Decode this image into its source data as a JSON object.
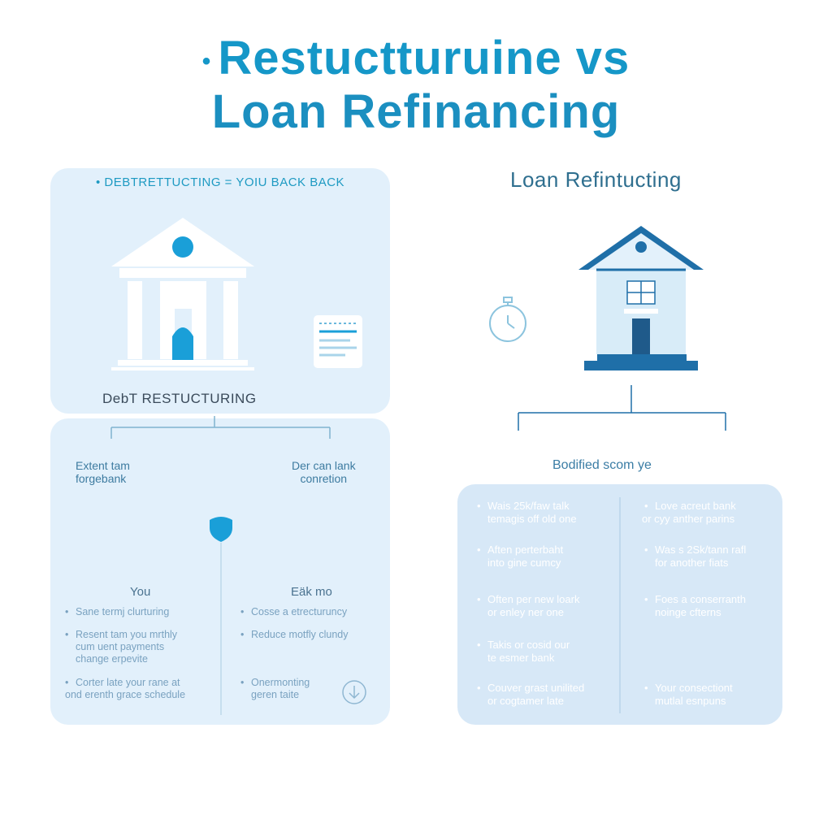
{
  "header": {
    "title_line1": "Restuctturuine vs",
    "title_line2": "Loan Refinancing",
    "title_dot": "•"
  },
  "left": {
    "header": "• DEBTRETTUCTING = YOIU BACK BACK",
    "subtitle": "DebT RESTUCTURING",
    "branch_left": [
      "Extent tam",
      "forgebank"
    ],
    "branch_right": [
      "Der can lank",
      "conretion"
    ],
    "col1_heading": "You",
    "col2_heading": "Eäk mo",
    "col1_items": [
      [
        "Sane termj clurturing"
      ],
      [
        "Resent tam you mrthly",
        "cum uent payments",
        "change erpevite"
      ],
      [
        "Corter late your rane at",
        "ond erenth grace schedule"
      ]
    ],
    "col2_items": [
      [
        "Cosse a etrecturuncy"
      ],
      [
        "Reduce motfly clundy"
      ],
      [
        "Onermonting",
        "geren taite"
      ]
    ]
  },
  "right": {
    "title": "Loan Refintucting",
    "subtitle": "Bodified scom ye",
    "col1_items": [
      [
        "Wais 25k/faw talk",
        "temagis off old one"
      ],
      [
        "Aften perterbaht",
        "into gine cumcy"
      ],
      [
        "Often per new loark",
        "or enley ner one"
      ],
      [
        "Takis or cosid our",
        "te esmer bank"
      ],
      [
        "Couver grast unilited",
        "or cogtamer late"
      ]
    ],
    "col2_items": [
      [
        "Love acreut bank",
        "or cyy anther parins"
      ],
      [
        "Was s 2Sk/tann rafl",
        "for another fiats"
      ],
      [
        "Foes a conserranth",
        "noinge cfterns"
      ],
      [
        "Your consectiont",
        "mutlal esnpuns"
      ]
    ]
  },
  "colors": {
    "title": "#1597c8",
    "panel": "#e2f0fb",
    "panel_right": "#d7e8f7",
    "accent": "#1a9fd8",
    "dark_blue": "#1f6fa8"
  },
  "icons": [
    "bank-building-icon",
    "document-card-icon",
    "shield-icon",
    "download-circle-icon",
    "stopwatch-icon",
    "house-icon"
  ]
}
